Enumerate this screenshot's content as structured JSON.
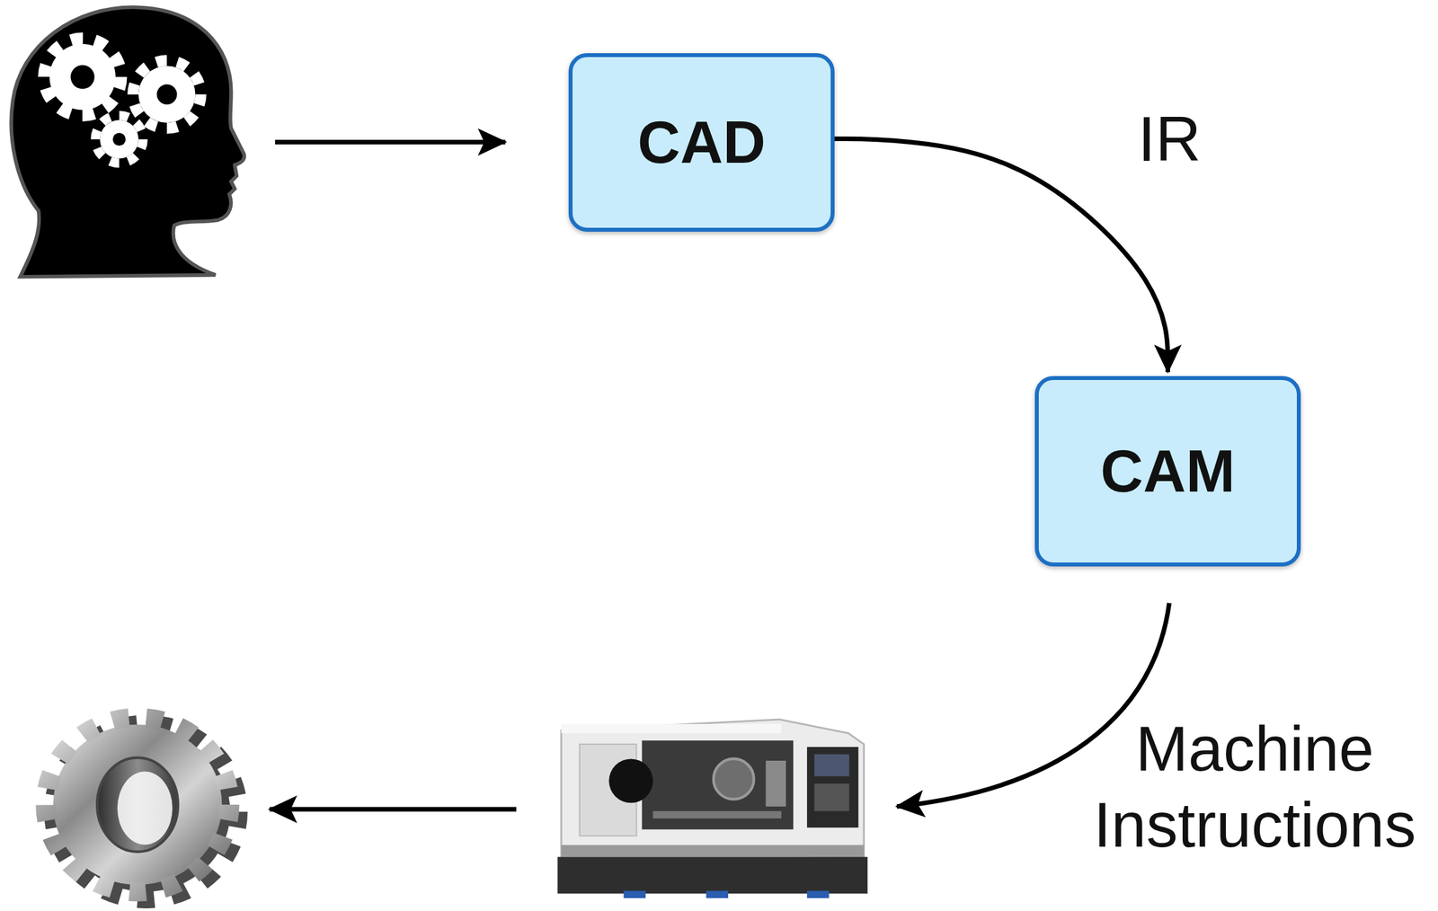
{
  "diagram": {
    "nodes": [
      {
        "text": [
          "CAD"
        ]
      },
      {
        "text": [
          "CAM"
        ]
      }
    ],
    "edges": [
      {
        "from": 0,
        "to": 1,
        "label": "IR",
        "arrow": "to"
      }
    ],
    "labels": [
      "Machine Instructions"
    ]
  }
}
